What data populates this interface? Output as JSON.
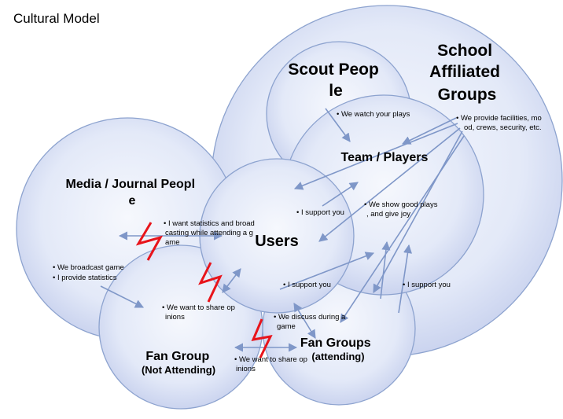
{
  "title": "Cultural Model",
  "groups": {
    "school": [
      "School",
      "Affiliated",
      "Groups"
    ],
    "scout": [
      "Scout Peop",
      "le"
    ],
    "team": "Team / Players",
    "media": [
      "Media / Journal Peopl",
      "e"
    ],
    "users": "Users",
    "fan_not_attending": [
      "Fan Group",
      "(Not Attending)"
    ],
    "fan_attending": [
      "Fan Groups",
      "(attending)"
    ]
  },
  "notes": {
    "watch_plays": "• We watch your plays",
    "provide_facilities": [
      "• We provide facilities, mo",
      "od, crews, security, etc."
    ],
    "support_team": "• I support you",
    "show_good_plays": [
      "• We show good plays",
      ", and give joy"
    ],
    "want_statistics": [
      "• I want statistics and broad",
      "casting while   attending a g",
      "ame"
    ],
    "broadcast": [
      "• We broadcast game",
      "• I provide statistics"
    ],
    "support_users": "• I support you",
    "support_school": "• I support you",
    "share_opinions_1": [
      "• We want to share op",
      "inions"
    ],
    "discuss_game": [
      "• We discuss during a",
      "game"
    ],
    "share_opinions_2": [
      "• We want to share op",
      "inions"
    ]
  },
  "colors": {
    "circle_fill_light": "#eef1fb",
    "circle_fill_dark": "#c9d3ef",
    "circle_stroke": "#8da3cf",
    "arrow": "#7f97c8",
    "conflict_bolt": "#e8141b"
  }
}
